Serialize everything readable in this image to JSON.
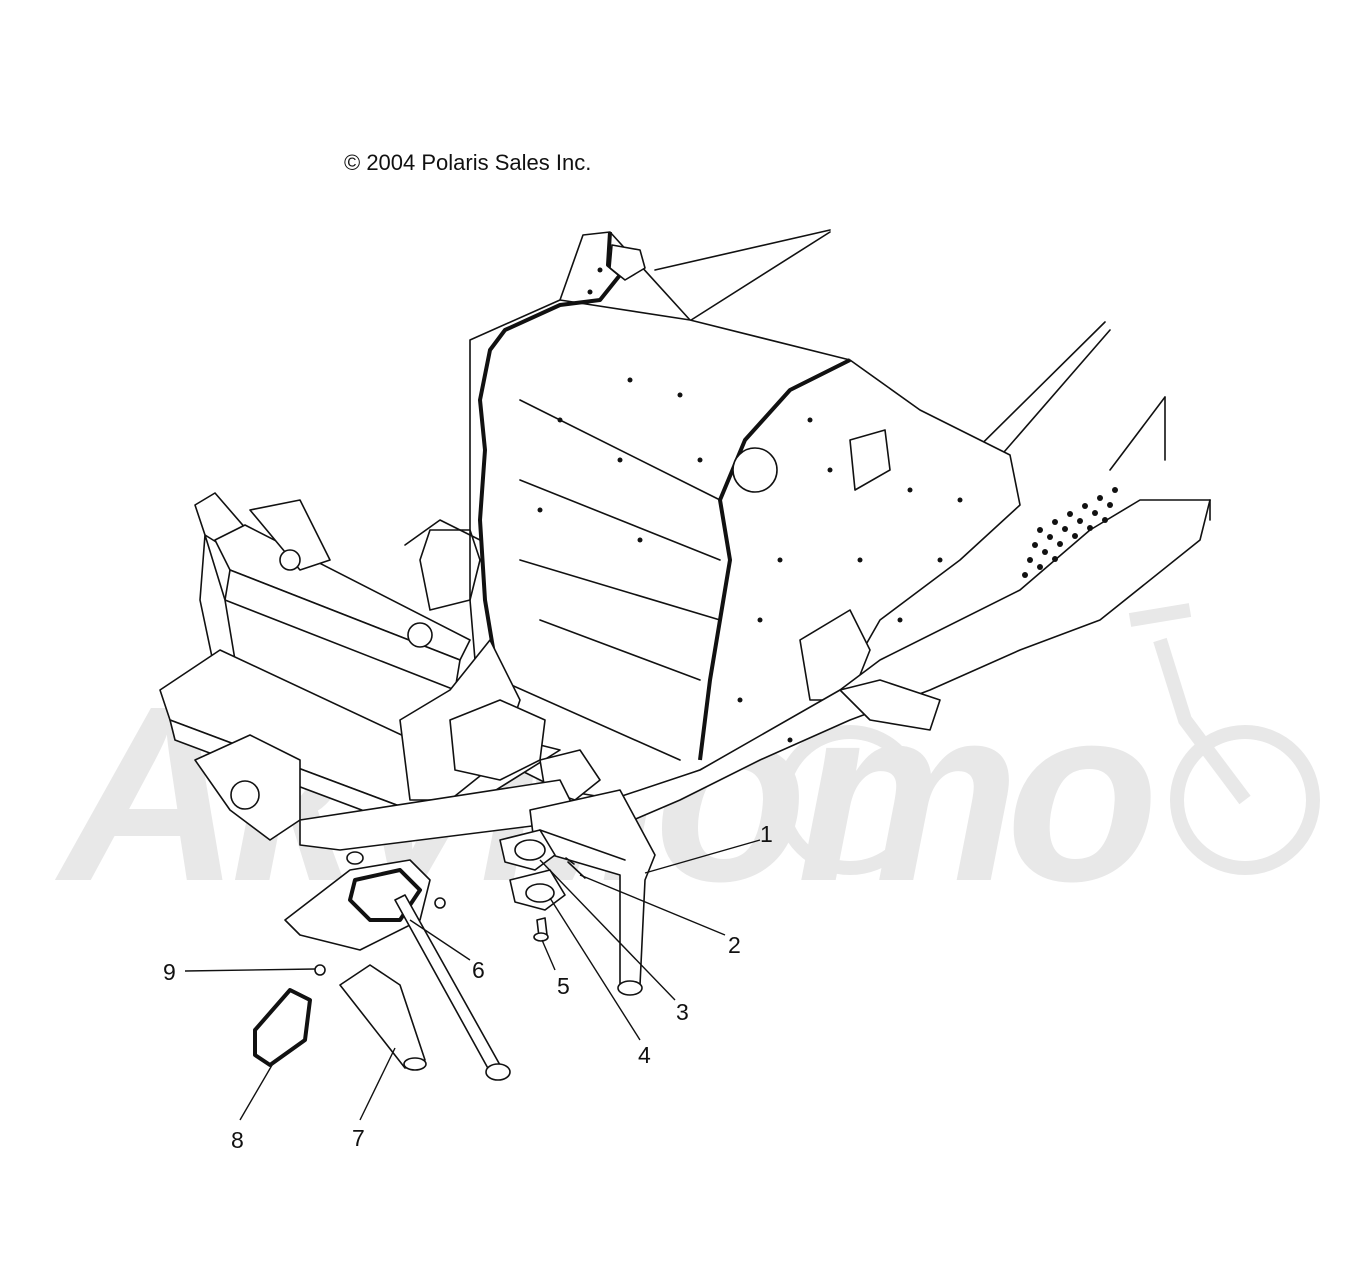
{
  "header": {
    "copyright": "© 2004 Polaris Sales Inc."
  },
  "watermark": {
    "text": "Акумото",
    "color": "#e8e8e8"
  },
  "callouts": [
    {
      "id": "1",
      "label": "1"
    },
    {
      "id": "2",
      "label": "2"
    },
    {
      "id": "3",
      "label": "3"
    },
    {
      "id": "4",
      "label": "4"
    },
    {
      "id": "5",
      "label": "5"
    },
    {
      "id": "6",
      "label": "6"
    },
    {
      "id": "7",
      "label": "7"
    },
    {
      "id": "8",
      "label": "8"
    },
    {
      "id": "9",
      "label": "9"
    }
  ]
}
